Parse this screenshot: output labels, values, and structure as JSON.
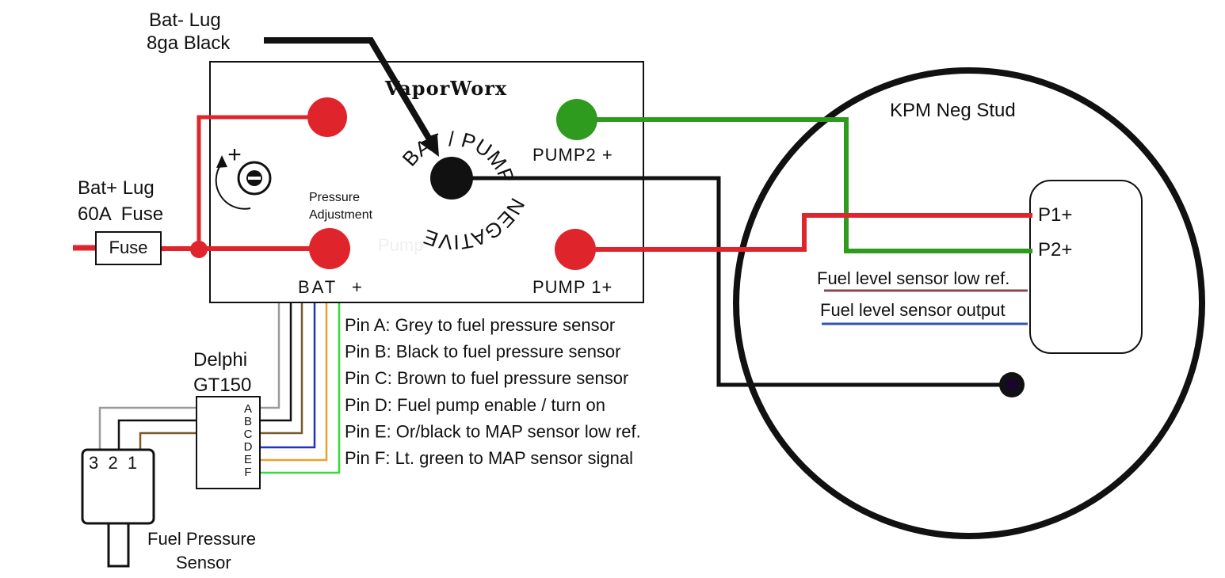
{
  "labels": {
    "bat_neg_lug_line1": "Bat- Lug",
    "bat_neg_lug_line2": "8ga Black",
    "bat_pos_lug_line1": "Bat+ Lug",
    "bat_pos_lug_line2": "60A  Fuse",
    "fuse": "Fuse",
    "logo": "VaporWorx",
    "ring_top": "BAT / PUMP",
    "ring_bottom": "NEGATIVE",
    "plus_sign": "+",
    "pressure_adjust_line1": "Pressure",
    "pressure_adjust_line2": "Adjustment",
    "pump_watermark": "Pump",
    "bat_plus": "BAT  +",
    "pump1_plus": "PUMP 1+",
    "pump2_plus": "PUMP2 +",
    "kpm_neg_stud": "KPM Neg Stud",
    "p1_plus": "P1+",
    "p2_plus": "P2+",
    "fuel_level_low_ref": "Fuel level sensor low ref.",
    "fuel_level_output": "Fuel level sensor output",
    "delphi_line1": "Delphi",
    "delphi_line2": "GT150",
    "sensor_pins": "3  2  1",
    "fuel_pressure_line1": "Fuel Pressure",
    "fuel_pressure_line2": "Sensor"
  },
  "connector_pins": [
    "A",
    "B",
    "C",
    "D",
    "E",
    "F"
  ],
  "pin_descriptions": [
    "Pin A: Grey to fuel pressure sensor",
    "Pin B: Black to fuel pressure sensor",
    "Pin C: Brown to fuel pressure sensor",
    "Pin D: Fuel pump enable / turn on",
    "Pin E: Or/black to MAP sensor low ref.",
    "Pin F: Lt. green to MAP sensor signal"
  ],
  "colors": {
    "red_wire": "#e0242b",
    "green_wire": "#2e9a1e",
    "black_wire": "#111111",
    "grey_wire": "#9a9a9a",
    "brown_wire": "#7a5a2a",
    "blue_wire": "#2233bb",
    "orange_wire": "#e8a030",
    "lt_green_wire": "#33dd33",
    "low_ref_line": "#8b4a4a",
    "output_line": "#3355aa"
  }
}
